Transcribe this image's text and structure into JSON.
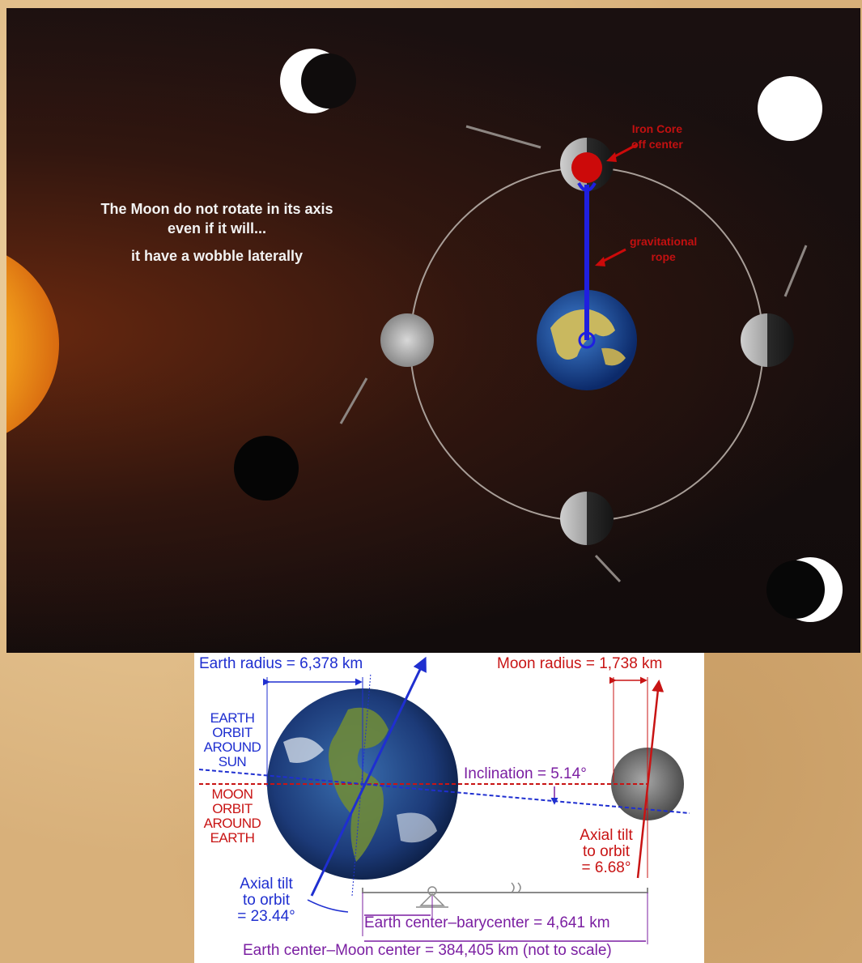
{
  "top": {
    "caption_line1": "The Moon do not rotate in its axis",
    "caption_line2": "even if it will...",
    "caption_line3": "it have a wobble laterally",
    "iron_core_line1": "Iron Core",
    "iron_core_line2": "off center",
    "rope_line1": "gravitational",
    "rope_line2": "rope"
  },
  "bottom": {
    "earth_radius": "Earth radius = 6,378 km",
    "moon_radius": "Moon radius = 1,738 km",
    "earth_orbit": [
      "EARTH",
      "ORBIT",
      "AROUND",
      "SUN"
    ],
    "moon_orbit": [
      "MOON",
      "ORBIT",
      "AROUND",
      "EARTH"
    ],
    "inclination": "Inclination = 5.14°",
    "moon_tilt": [
      "Axial tilt",
      "to orbit",
      "= 6.68°"
    ],
    "earth_tilt": [
      "Axial tilt",
      "to orbit",
      "= 23.44°"
    ],
    "barycenter": "Earth center–barycenter = 4,641 km",
    "distance": "Earth center–Moon center = 384,405 km (not to scale)"
  },
  "colors": {
    "blue": "#1f2fd0",
    "red": "#c81414",
    "purple": "#7b1fa2",
    "rope": "#1f1fe0",
    "iron_core": "#cc0a0a"
  }
}
